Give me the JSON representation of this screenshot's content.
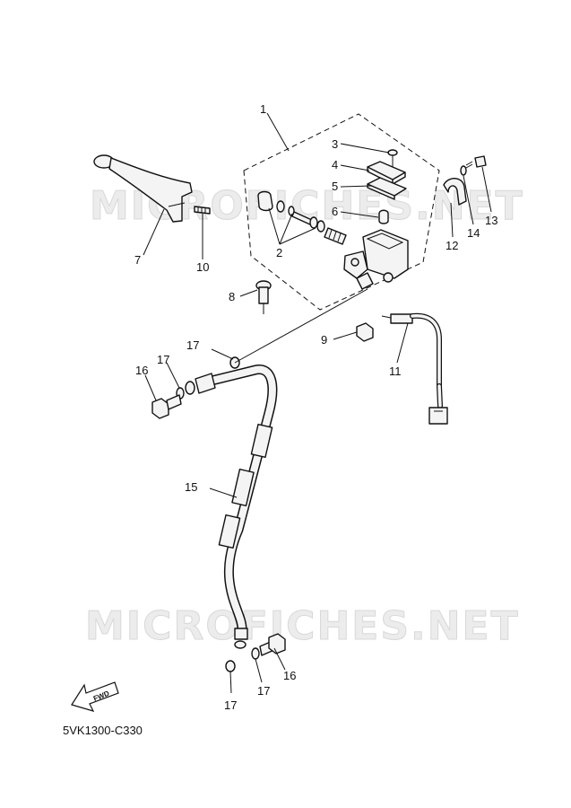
{
  "watermark": "MICROFICHES.NET",
  "diagram_code": "5VK1300-C330",
  "fwd_label": "FWD",
  "callouts": [
    {
      "id": "c1",
      "text": "1"
    },
    {
      "id": "c2",
      "text": "2"
    },
    {
      "id": "c3",
      "text": "3"
    },
    {
      "id": "c4",
      "text": "4"
    },
    {
      "id": "c5",
      "text": "5"
    },
    {
      "id": "c6",
      "text": "6"
    },
    {
      "id": "c7",
      "text": "7"
    },
    {
      "id": "c8",
      "text": "8"
    },
    {
      "id": "c9",
      "text": "9"
    },
    {
      "id": "c10",
      "text": "10"
    },
    {
      "id": "c11",
      "text": "11"
    },
    {
      "id": "c12",
      "text": "12"
    },
    {
      "id": "c13",
      "text": "13"
    },
    {
      "id": "c14",
      "text": "14"
    },
    {
      "id": "c15",
      "text": "15"
    },
    {
      "id": "c16a",
      "text": "16"
    },
    {
      "id": "c16b",
      "text": "16"
    },
    {
      "id": "c17a",
      "text": "17"
    },
    {
      "id": "c17b",
      "text": "17"
    },
    {
      "id": "c17c",
      "text": "17"
    },
    {
      "id": "c17d",
      "text": "17"
    }
  ]
}
